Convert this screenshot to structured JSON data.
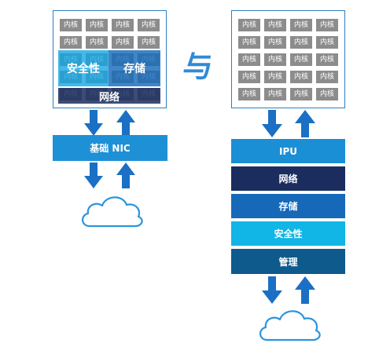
{
  "core_label": "内核",
  "connector": "与",
  "left": {
    "security_label": "安全性",
    "storage_label": "存储",
    "network_label": "网络",
    "nic_label": "基础 NIC"
  },
  "right": {
    "ipu_label": "IPU",
    "network_label": "网络",
    "storage_label": "存储",
    "security_label": "安全性",
    "management_label": "管理"
  },
  "colors": {
    "frame": "#2f7fc1",
    "core": "#8c8c8c",
    "nic": "#1e90d6",
    "arrow": "#1b6fc4",
    "ipu": "#1b8fd5",
    "network": "#1a2d5e",
    "storage": "#1669b8",
    "security": "#11b5e6",
    "management": "#0e5a8c"
  }
}
